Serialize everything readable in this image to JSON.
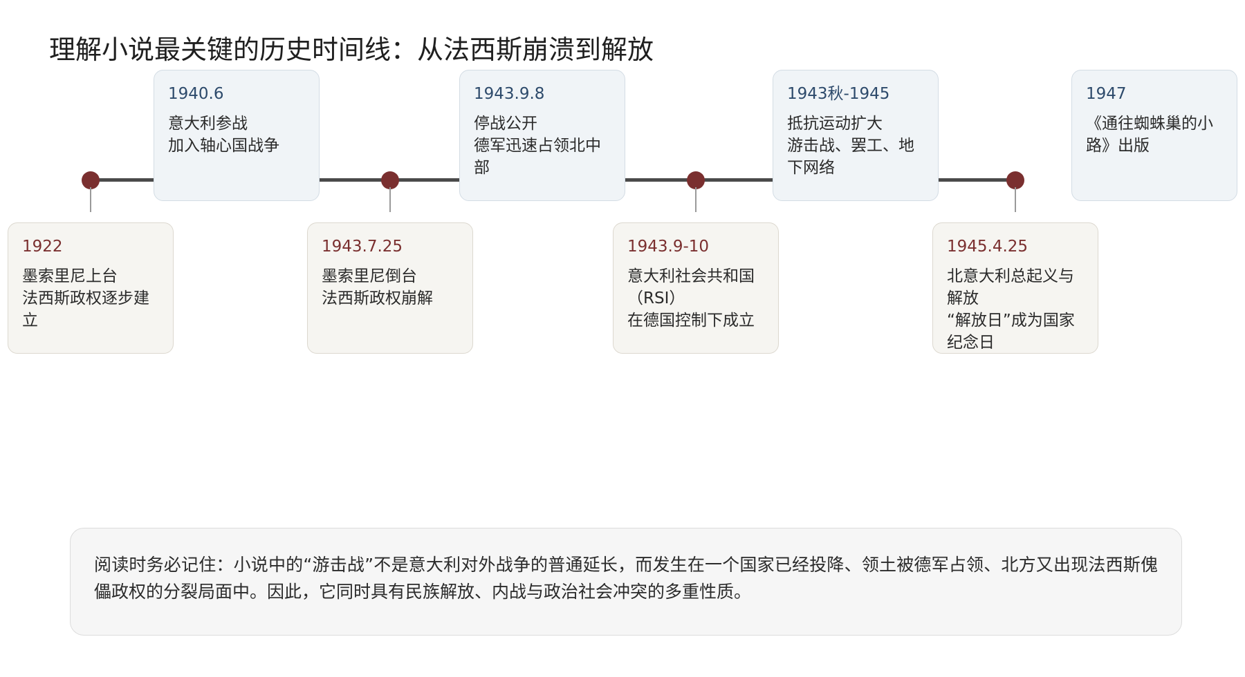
{
  "title": "理解小说最关键的历史时间线：从法西斯崩溃到解放",
  "events": [
    {
      "date": "1922",
      "lines": [
        "墨索里尼上台",
        "法西斯政权逐步建",
        "立"
      ]
    },
    {
      "date": "1940.6",
      "lines": [
        "意大利参战",
        "加入轴心国战争"
      ]
    },
    {
      "date": "1943.7.25",
      "lines": [
        "墨索里尼倒台",
        "法西斯政权崩解"
      ]
    },
    {
      "date": "1943.9.8",
      "lines": [
        "停战公开",
        "德军迅速占领北中",
        "部"
      ]
    },
    {
      "date": "1943.9-10",
      "lines": [
        "意大利社会共和国",
        "（RSI）",
        "在德国控制下成立"
      ]
    },
    {
      "date": "1943秋-1945",
      "lines": [
        "抵抗运动扩大",
        "游击战、罢工、地",
        "下网络"
      ]
    },
    {
      "date": "1945.4.25",
      "lines": [
        "北意大利总起义与",
        "解放",
        "“解放日”成为国家",
        "纪念日"
      ]
    },
    {
      "date": "1947",
      "lines": [
        "《通往蜘蛛巢的小",
        "路》出版"
      ]
    }
  ],
  "note": "阅读时务必记住：小说中的“游击战”不是意大利对外战争的普通延长，而发生在一个国家已经投降、领土被德军占领、北方又出现法西斯傀儡政权的分裂局面中。因此，它同时具有民族解放、内战与政治社会冲突的多重性质。",
  "colors": {
    "accent_red": "#7a2f2f",
    "accent_blue": "#2d4a6b",
    "top_card_bg": "#f0f4f7",
    "bottom_card_bg": "#f6f5f1",
    "axis": "#4a4a4a"
  }
}
